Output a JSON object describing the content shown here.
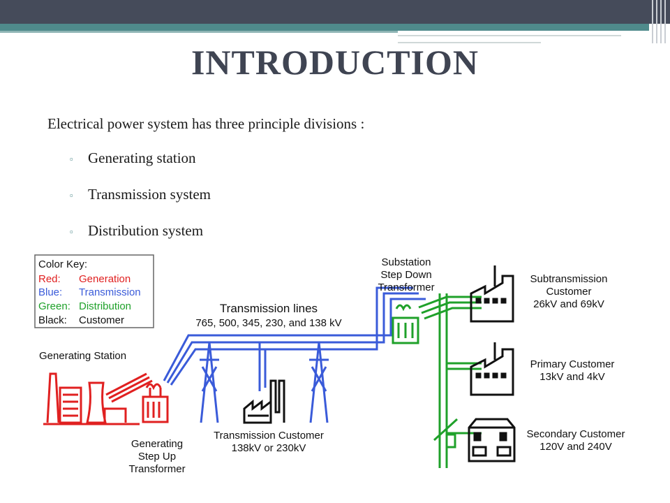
{
  "slide": {
    "title": "INTRODUCTION",
    "intro": "Electrical power system has three principle divisions :",
    "bullets": [
      "Generating station",
      "Transmission system",
      "Distribution system"
    ],
    "bullet_icon": "square-bullet-icon"
  },
  "diagram": {
    "color_key": {
      "title": "Color Key:",
      "rows": [
        {
          "label": "Red:",
          "meaning": "Generation",
          "color": "#e02020"
        },
        {
          "label": "Blue:",
          "meaning": "Transmission",
          "color": "#3a5bd9"
        },
        {
          "label": "Green:",
          "meaning": "Distribution",
          "color": "#1fa12a"
        },
        {
          "label": "Black:",
          "meaning": "Customer",
          "color": "#111111"
        }
      ]
    },
    "generating_station": "Generating Station",
    "step_up": [
      "Generating",
      "Step Up",
      "Transformer"
    ],
    "transmission_lines": "Transmission lines",
    "transmission_voltages": "765, 500, 345, 230, and 138 kV",
    "transmission_customer": [
      "Transmission Customer",
      "138kV or 230kV"
    ],
    "substation": [
      "Substation",
      "Step Down",
      "Transformer"
    ],
    "subtransmission_customer": [
      "Subtransmission",
      "Customer",
      "26kV and 69kV"
    ],
    "primary_customer": [
      "Primary Customer",
      "13kV and 4kV"
    ],
    "secondary_customer": [
      "Secondary Customer",
      "120V and 240V"
    ],
    "colors": {
      "generation": "#e02020",
      "transmission": "#3a5bd9",
      "distribution": "#1fa12a",
      "customer": "#111111"
    }
  }
}
